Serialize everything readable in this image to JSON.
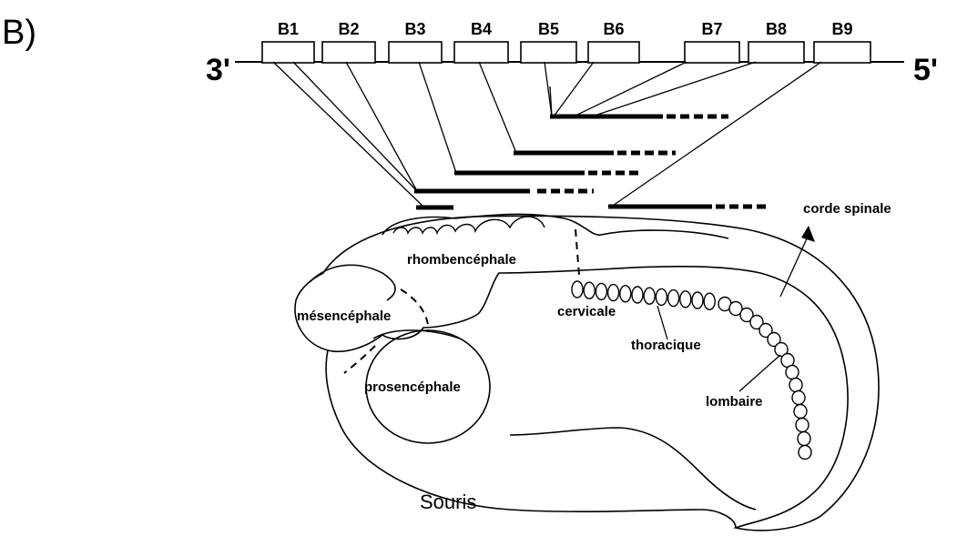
{
  "panel_label": "B)",
  "strand": {
    "left_label": "3'",
    "right_label": "5'"
  },
  "genes": [
    "B1",
    "B2",
    "B3",
    "B4",
    "B5",
    "B6",
    "B7",
    "B8",
    "B9"
  ],
  "regions": {
    "rhombencephale": "rhombencéphale",
    "mesencephale": "mésencéphale",
    "prosencephale": "prosencéphale",
    "cervicale": "cervicale",
    "thoracique": "thoracique",
    "lombaire": "lombaire",
    "corde_spinale": "corde spinale"
  },
  "organism": "Souris",
  "colors": {
    "ink": "#000000",
    "background": "#ffffff"
  }
}
